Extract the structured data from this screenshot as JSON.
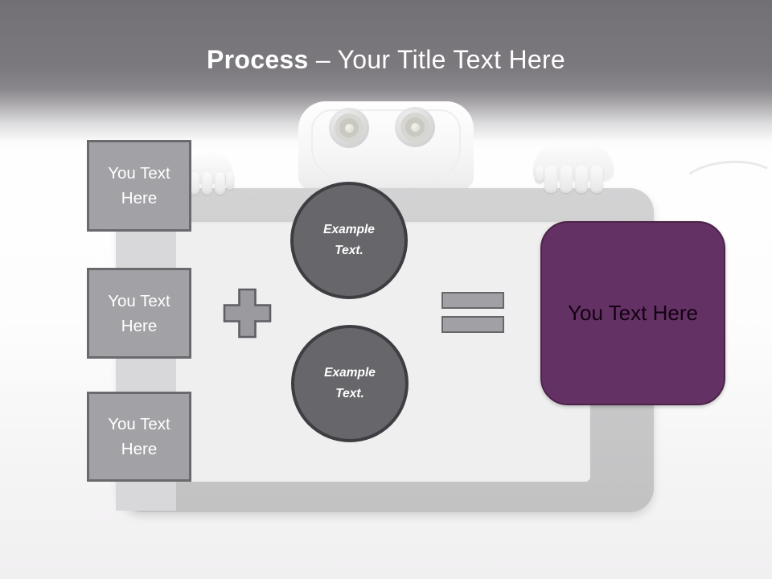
{
  "title": {
    "emphasis": "Process",
    "rest": " – Your Title Text Here"
  },
  "diagram": {
    "input_boxes": [
      {
        "label": "You Text Here"
      },
      {
        "label": "You Text Here"
      },
      {
        "label": "You Text Here"
      }
    ],
    "example_circles": [
      {
        "label": "Example Text."
      },
      {
        "label": "Example Text."
      }
    ],
    "result_box": {
      "label": "You Text Here"
    },
    "plus_icon": "plus-sign",
    "equals_icon": "equals-sign"
  },
  "decorations": {
    "robot_icon": "robot-holding-whiteboard"
  },
  "colors": {
    "header_gray": "#727074",
    "board_frame": "#c9c9ca",
    "board_surface": "#efeff0",
    "box_fill": "#a2a1a5",
    "circle_fill": "#67666a",
    "accent_purple": "#643164",
    "text_white": "#ffffff",
    "text_black": "#120112"
  }
}
